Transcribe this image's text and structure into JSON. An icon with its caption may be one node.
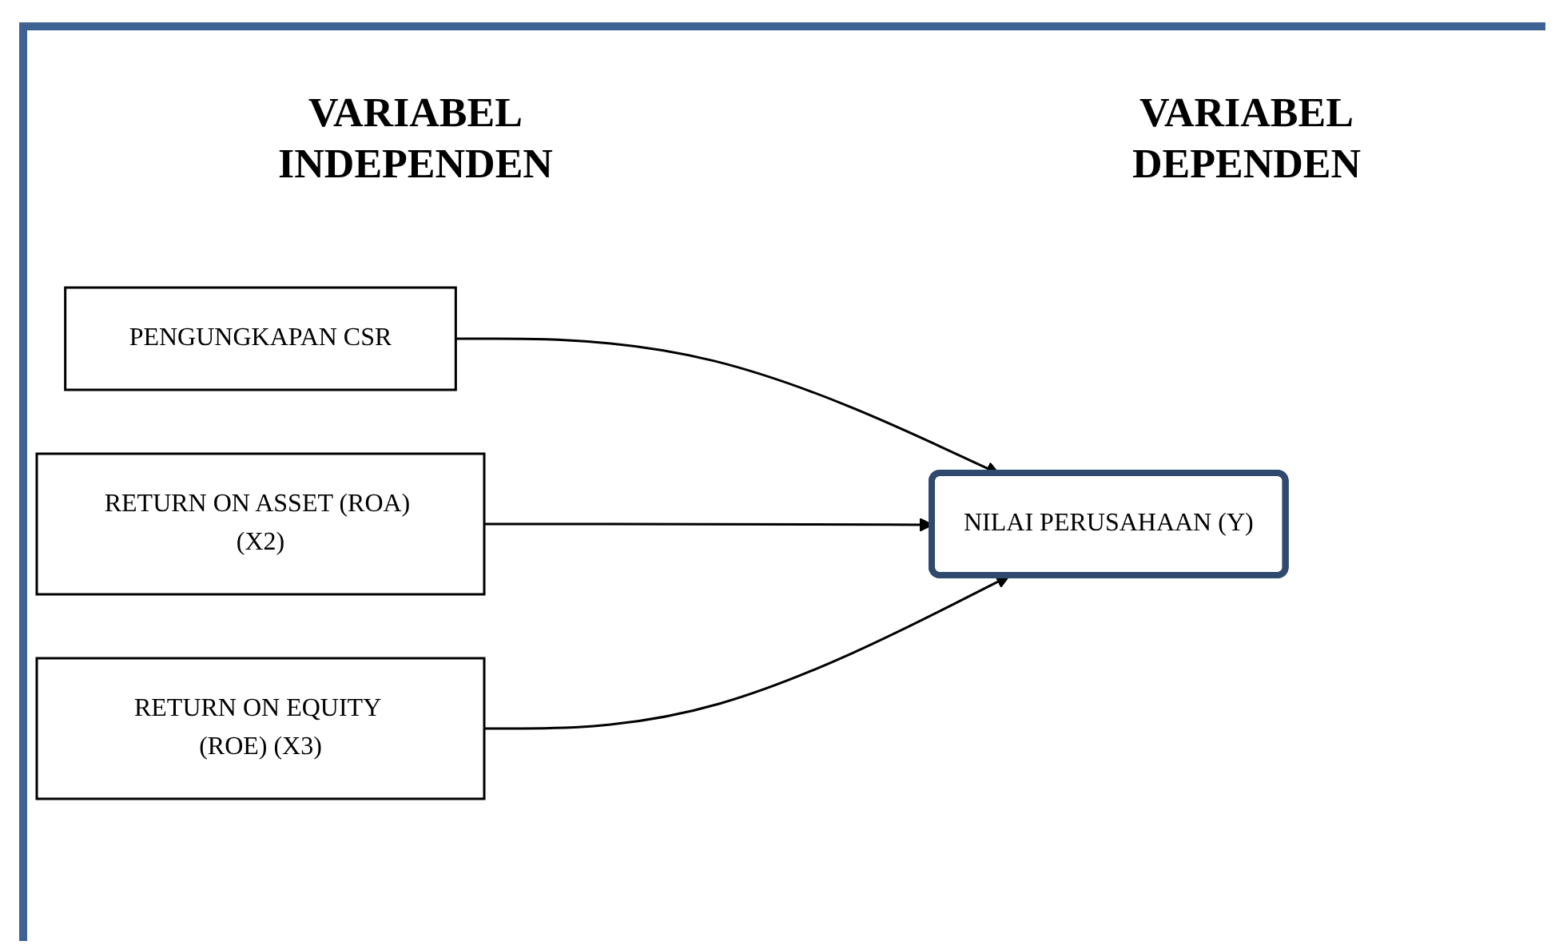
{
  "diagram": {
    "nodes": [
      {
        "text": [
          "PENGUNGKAPAN CSR"
        ]
      },
      {
        "text": [
          "RETURN ON ASSET (ROA) (X2)"
        ]
      },
      {
        "text": [
          "RETURN ON EQUITY (ROE) (X3)"
        ]
      },
      {
        "text": [
          "NILAI PERUSAHAAN (Y)"
        ]
      }
    ],
    "edges": [
      {
        "from": 0,
        "to": 3,
        "arrow": "to"
      },
      {
        "from": 1,
        "to": 3,
        "arrow": "to"
      },
      {
        "from": 2,
        "to": 3,
        "arrow": "to"
      }
    ],
    "labels": [
      "VARIABEL INDEPENDEN",
      "VARIABEL DEPENDEN"
    ]
  }
}
